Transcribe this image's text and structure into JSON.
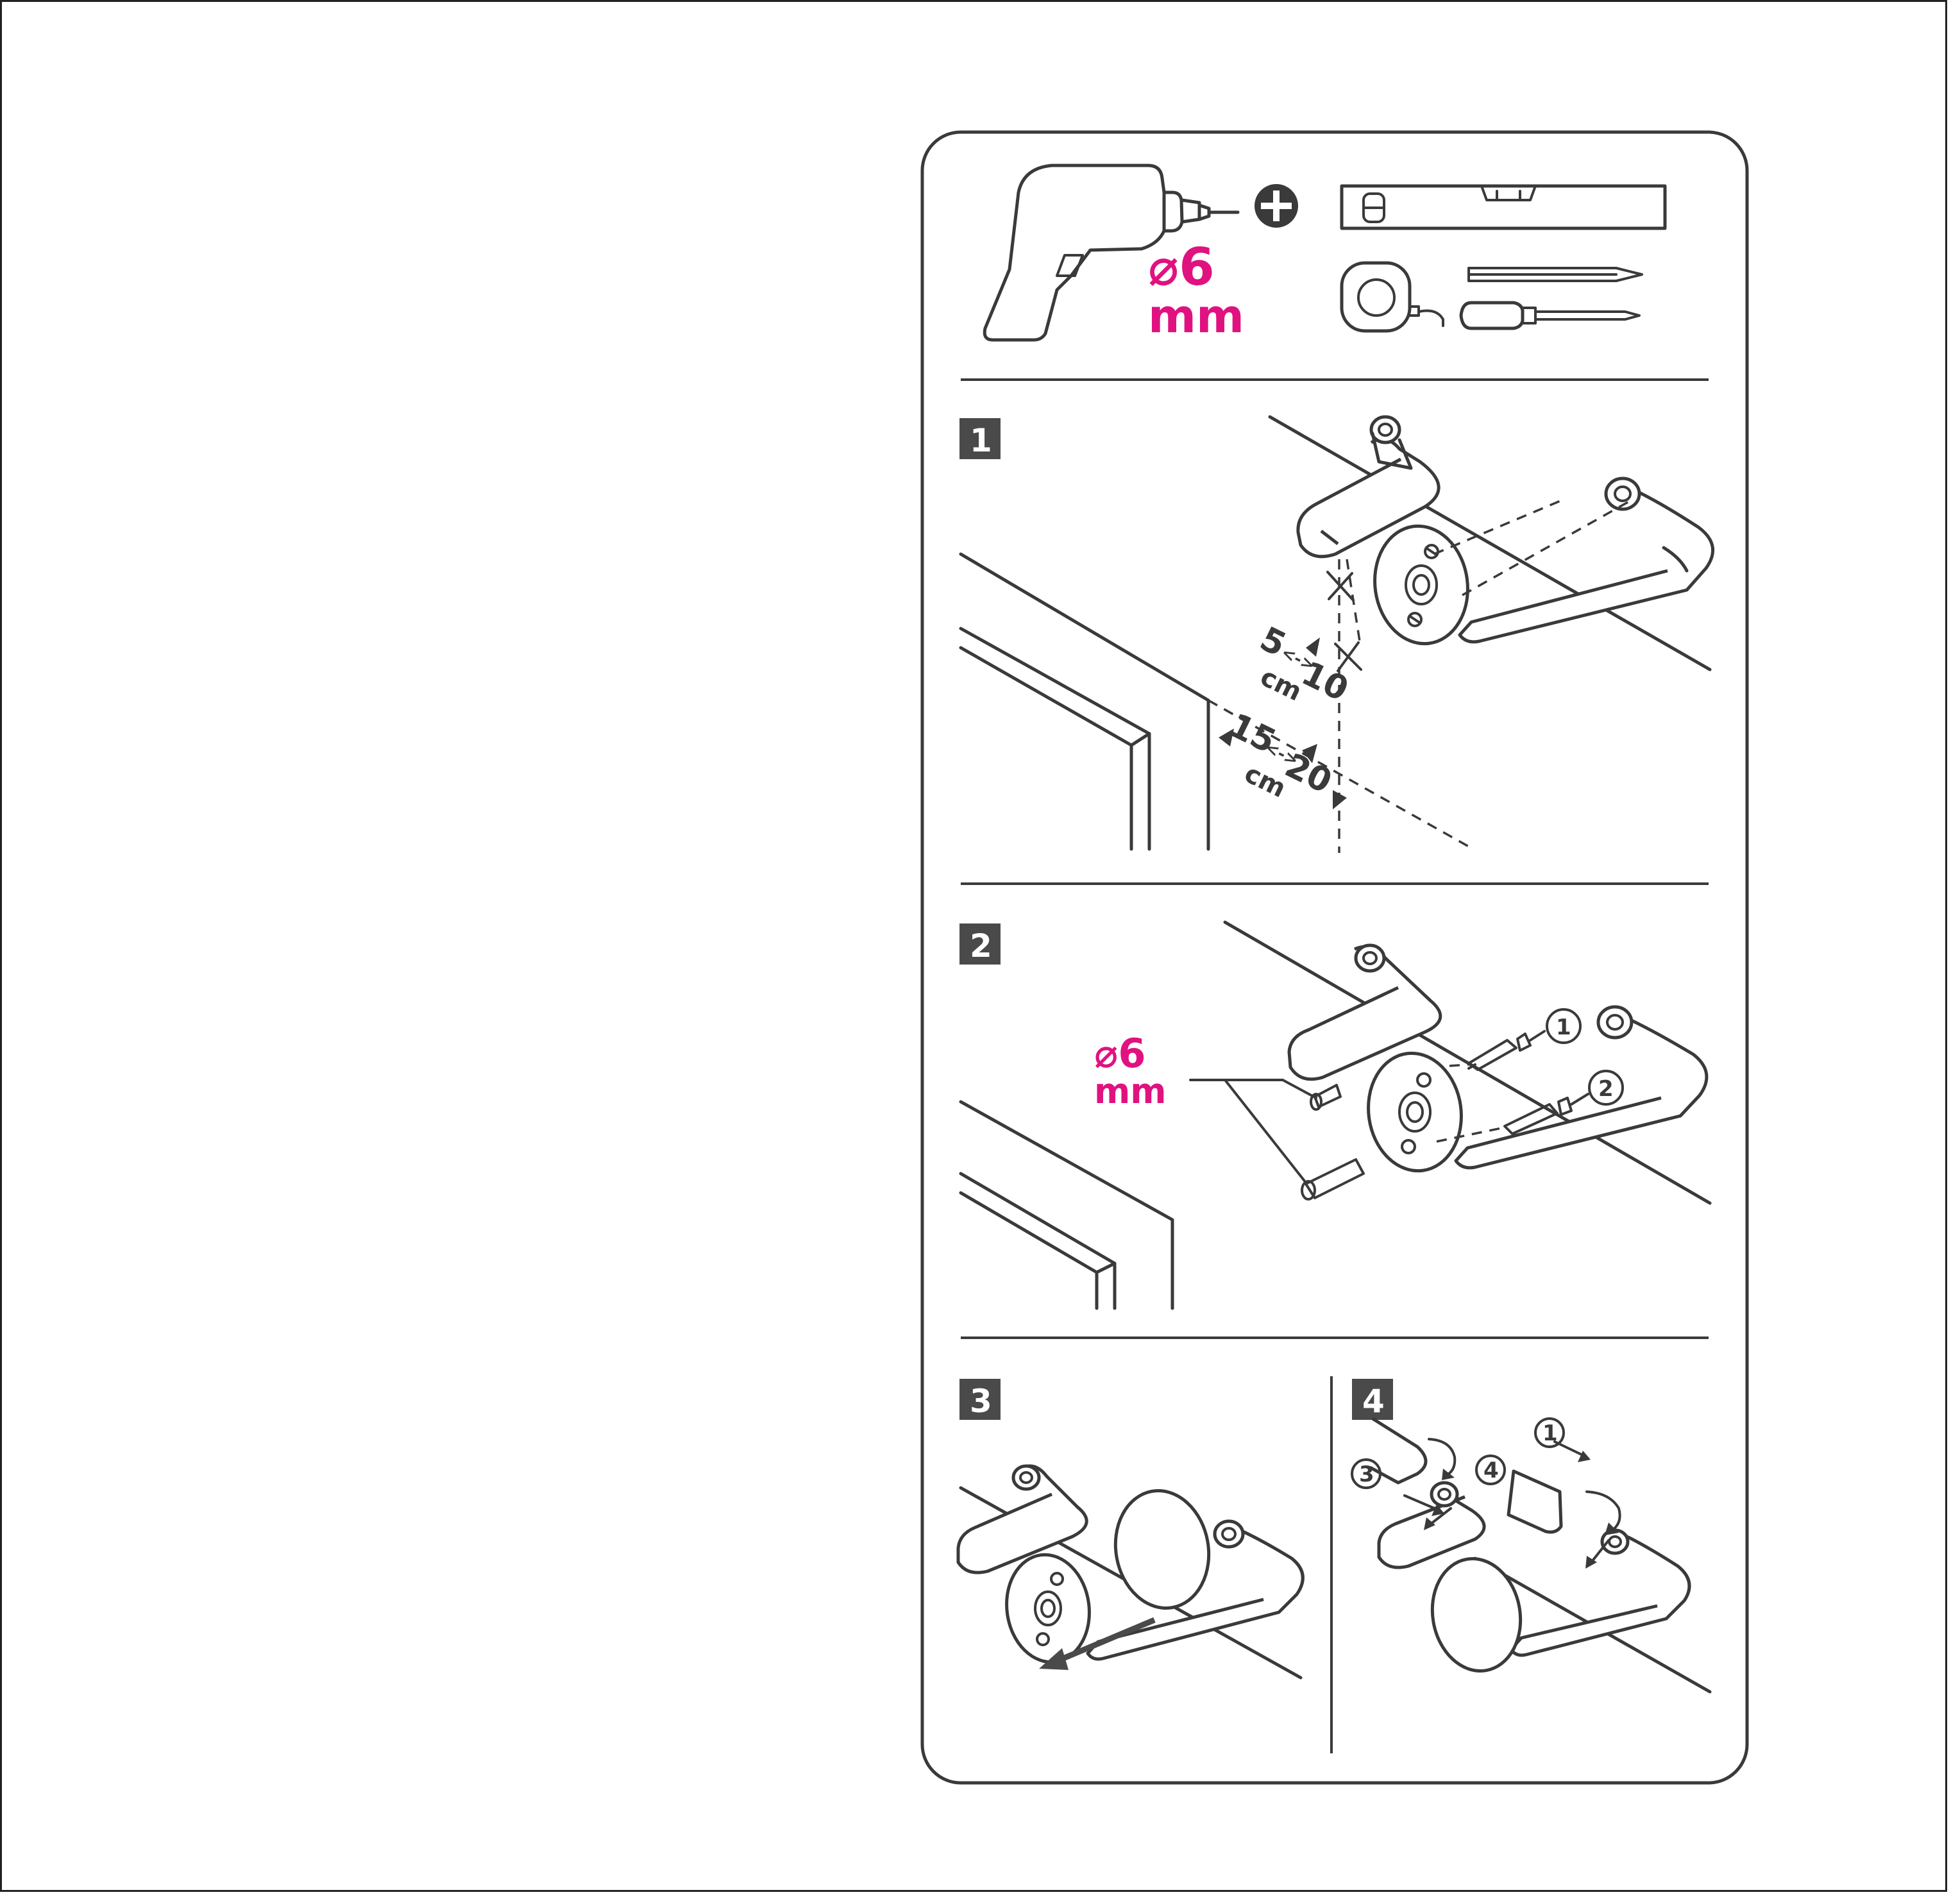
{
  "tools": {
    "drill_diameter": "⌀6",
    "drill_unit": "mm",
    "plus_icon": "plus-icon"
  },
  "steps": [
    {
      "number": "1"
    },
    {
      "number": "2"
    },
    {
      "number": "3"
    },
    {
      "number": "4"
    }
  ],
  "step1": {
    "dim_a_from": "5",
    "dim_a_arrow": "<->",
    "dim_a_to": "10",
    "dim_a_unit": "cm",
    "dim_b_from": "15",
    "dim_b_arrow": "<->",
    "dim_b_to": "20",
    "dim_b_unit": "cm"
  },
  "step2": {
    "drill_diameter": "⌀6",
    "drill_unit": "mm",
    "callouts": [
      "1",
      "2"
    ]
  },
  "step4": {
    "callouts": [
      "1",
      "3",
      "4"
    ]
  },
  "colors": {
    "accent": "#e0127f",
    "line": "#3a3a3a",
    "badge": "#4a4a4a"
  }
}
